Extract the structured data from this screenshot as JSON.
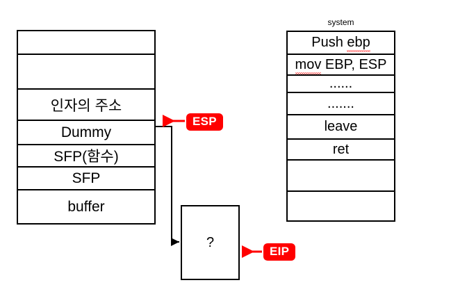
{
  "diagram": {
    "title_label": "system",
    "left_stack": {
      "name": "stack-frame",
      "rows": [
        {
          "label": "",
          "height": 34
        },
        {
          "label": "",
          "height": 50
        },
        {
          "label": "인자의 주소",
          "height": 45
        },
        {
          "label": "Dummy",
          "height": 35
        },
        {
          "label": "SFP(함수)",
          "height": 32
        },
        {
          "label": "SFP",
          "height": 33
        },
        {
          "label": "buffer",
          "height": 47
        }
      ]
    },
    "right_stack": {
      "name": "system-function-code",
      "rows": [
        {
          "label": "Push ebp",
          "height": 33,
          "squiggle": "ebp"
        },
        {
          "label": "mov EBP, ESP",
          "height": 30,
          "squiggle": "mov"
        },
        {
          "label": "......",
          "height": 25
        },
        {
          "label": ".......",
          "height": 32
        },
        {
          "label": "leave",
          "height": 35
        },
        {
          "label": "ret",
          "height": 30
        },
        {
          "label": "",
          "height": 45
        },
        {
          "label": "",
          "height": 41
        }
      ]
    },
    "unknown_box": {
      "label": "?"
    },
    "badges": [
      {
        "id": "esp",
        "label": "ESP"
      },
      {
        "id": "eip",
        "label": "EIP"
      }
    ],
    "colors": {
      "badge_background": "#ff0000",
      "badge_text": "#ffffff",
      "arrow": "#ff0000",
      "connector": "#000000",
      "border": "#000000",
      "background": "#ffffff",
      "spellcheck_underline": "#ff0000"
    }
  }
}
